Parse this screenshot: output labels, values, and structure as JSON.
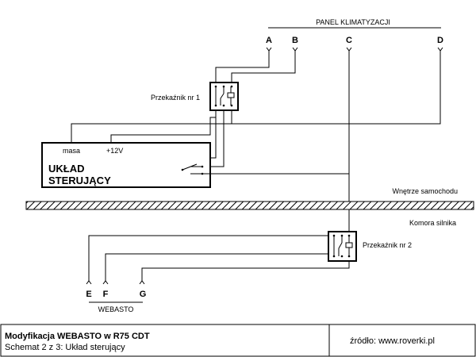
{
  "diagram": {
    "panel_title": "PANEL KLIMATYZACJI",
    "terminals_panel": [
      "A",
      "B",
      "C",
      "D"
    ],
    "relay1_label": "Przekaźnik nr 1",
    "relay2_label": "Przekaźnik nr 2",
    "control_unit": {
      "line1": "UKŁAD",
      "line2": "STERUJĄCY",
      "pin_ground": "masa",
      "pin_power": "+12V"
    },
    "zone_interior": "Wnętrze samochodu",
    "zone_engine": "Komora silnika",
    "terminals_webasto": [
      "E",
      "F",
      "G"
    ],
    "webasto_label": "WEBASTO"
  },
  "footer": {
    "title": "Modyfikacja WEBASTO w R75 CDT",
    "subtitle": "Schemat 2 z 3: Układ sterujący",
    "source": "źródło: www.roverki.pl"
  }
}
